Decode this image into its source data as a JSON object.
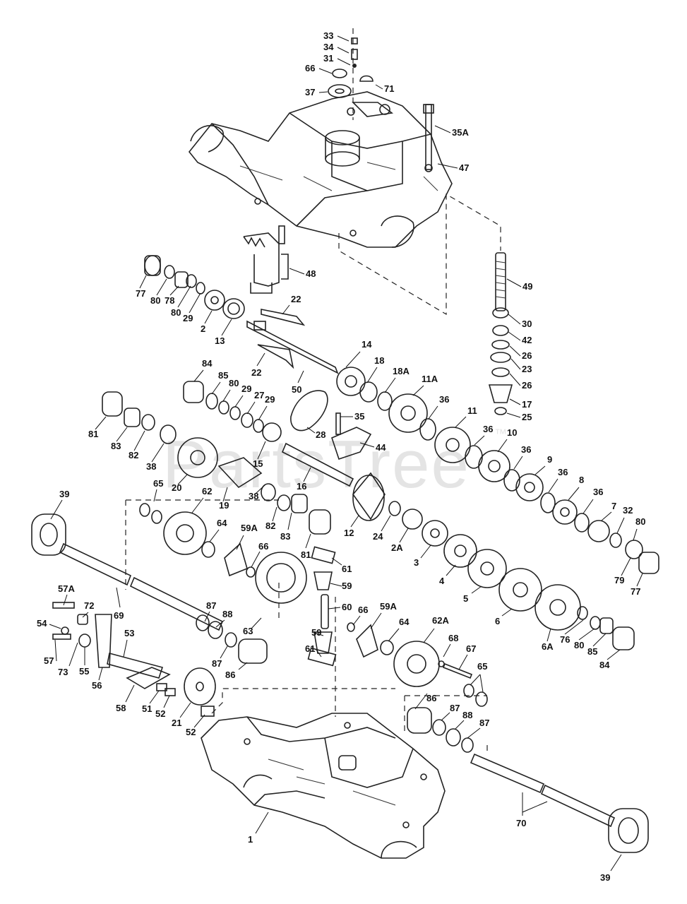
{
  "watermark": "PartsTree",
  "watermark_tm": "™",
  "labels": {
    "p33": "33",
    "p34": "34",
    "p31": "31",
    "p66a": "66",
    "p71": "71",
    "p37": "37",
    "p35A": "35A",
    "p47": "47",
    "p48": "48",
    "p49": "49",
    "p77a": "77",
    "p80a": "80",
    "p78": "78",
    "p80b": "80",
    "p29a": "29",
    "p2": "2",
    "p13": "13",
    "p22a": "22",
    "p22b": "22",
    "p30": "30",
    "p42": "42",
    "p26a": "26",
    "p23": "23",
    "p26b": "26",
    "p17": "17",
    "p25": "25",
    "p14": "14",
    "p18": "18",
    "p18A": "18A",
    "p11A": "11A",
    "p50": "50",
    "p84a": "84",
    "p85a": "85",
    "p80c": "80",
    "p29b": "29",
    "p27": "27",
    "p29c": "29",
    "p36a": "36",
    "p11": "11",
    "p35": "35",
    "p28": "28",
    "p44": "44",
    "p81a": "81",
    "p83a": "83",
    "p82a": "82",
    "p38a": "38",
    "p15": "15",
    "p36b": "36",
    "p10": "10",
    "p36c": "36",
    "p9": "9",
    "p20": "20",
    "p16": "16",
    "p65a": "65",
    "p62": "62",
    "p19": "19",
    "p38b": "38",
    "p36d": "36",
    "p8": "8",
    "p36e": "36",
    "p7": "7",
    "p32": "32",
    "p80d": "80",
    "p39a": "39",
    "p64a": "64",
    "p59Aa": "59A",
    "p82b": "82",
    "p83b": "83",
    "p81b": "81",
    "p12": "12",
    "p24": "24",
    "p2A": "2A",
    "p3": "3",
    "p4": "4",
    "p5": "5",
    "p6": "6",
    "p79": "79",
    "p77b": "77",
    "p66b": "66",
    "p61a": "61",
    "p59a": "59",
    "p57A": "57A",
    "p72": "72",
    "p69": "69",
    "p87a": "87",
    "p88a": "88",
    "p60": "60",
    "p66c": "66",
    "p59Ab": "59A",
    "p6A": "6A",
    "p76": "76",
    "p80e": "80",
    "p85b": "85",
    "p84b": "84",
    "p54": "54",
    "p53": "53",
    "p57": "57",
    "p73": "73",
    "p55": "55",
    "p63": "63",
    "p87b": "87",
    "p59b": "59",
    "p64b": "64",
    "p62A": "62A",
    "p68": "68",
    "p67": "67",
    "p86a": "86",
    "p61b": "61",
    "p56": "56",
    "p65b": "65",
    "p58": "58",
    "p51": "51",
    "p52a": "52",
    "p21": "21",
    "p86b": "86",
    "p87c": "87",
    "p88b": "88",
    "p87d": "87",
    "p52b": "52",
    "p1": "1",
    "p70": "70",
    "p39b": "39"
  }
}
